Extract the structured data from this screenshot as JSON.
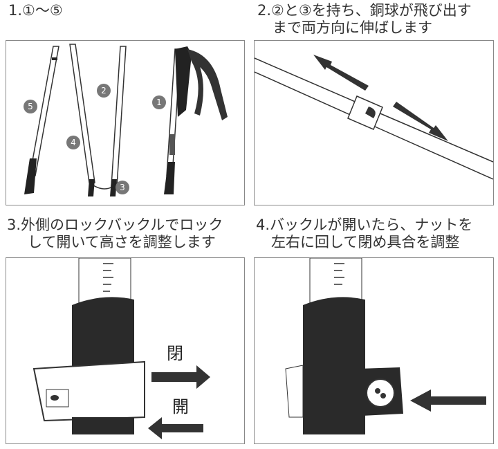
{
  "steps": [
    {
      "line1": "1.①〜⑤",
      "line2": ""
    },
    {
      "line1": "2.②と③を持ち、銅球が飛び出す",
      "line2": "まで両方向に伸ばします"
    },
    {
      "line1": "3.外側のロックバックルでロック",
      "line2": "して開いて高さを調整します"
    },
    {
      "line1": "4.バックルが開いたら、ナットを",
      "line2": "左右に回して閉め具合を調整"
    }
  ],
  "parts": [
    "1",
    "2",
    "3",
    "4",
    "5"
  ],
  "labels": {
    "close": "閉",
    "open": "開"
  }
}
